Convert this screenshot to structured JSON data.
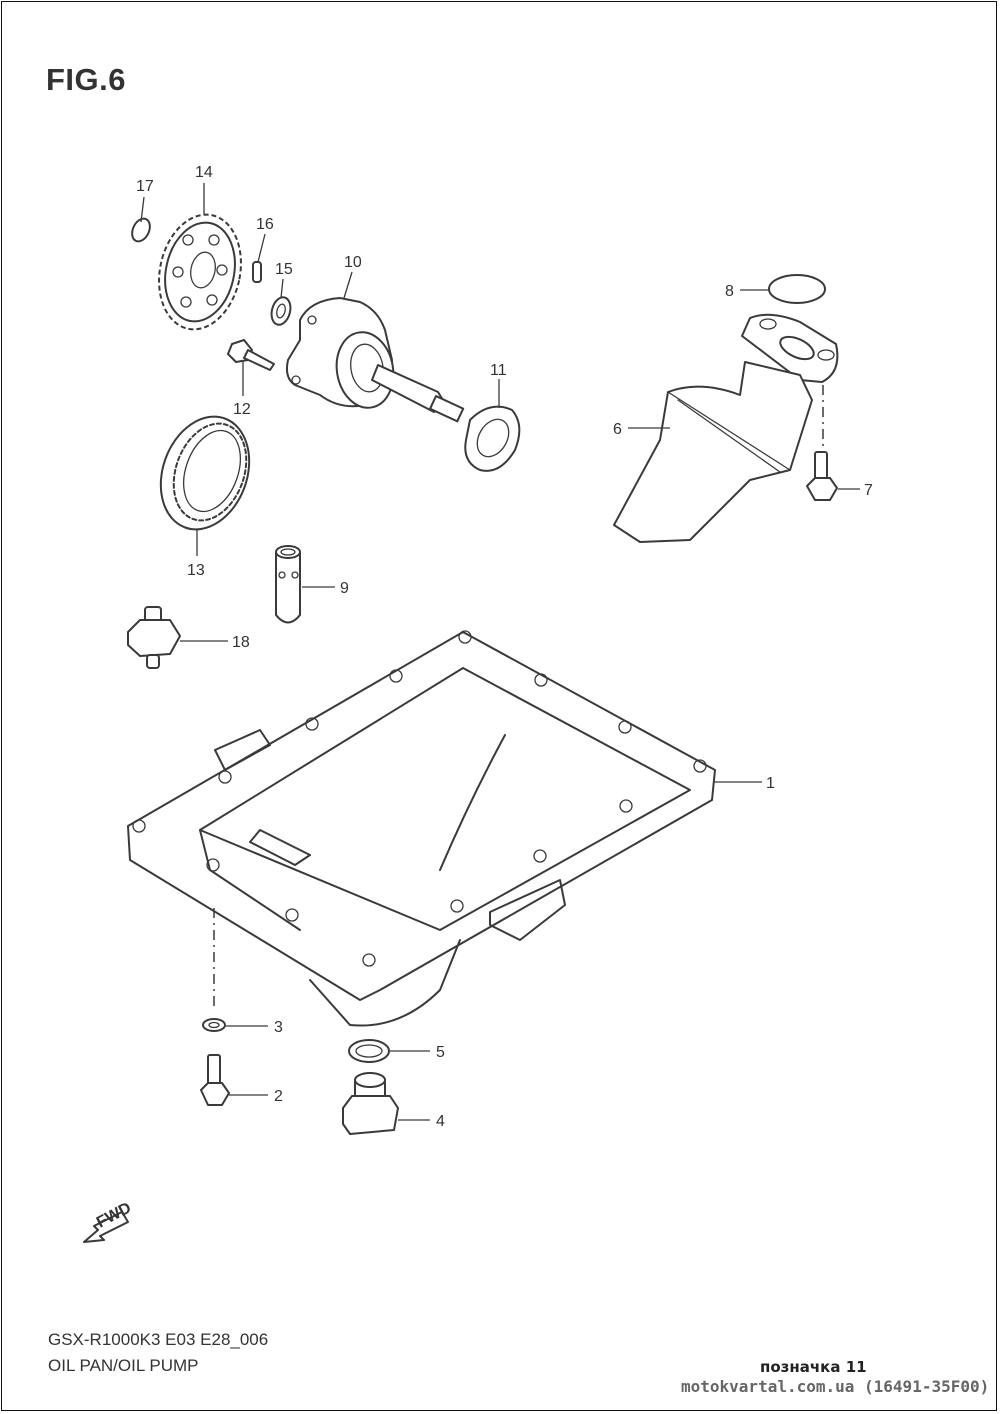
{
  "figure": {
    "title": "FIG.6"
  },
  "footer": {
    "model_code": "GSX-R1000K3 E03 E28_006",
    "section_name": "OIL PAN/OIL PUMP",
    "mark_label": "позначка 11",
    "watermark": "motokvartal.com.ua (16491-35F00)"
  },
  "fwd_arrow": {
    "label": "FWD"
  },
  "parts": [
    {
      "ref": "1",
      "part": "oil-pan"
    },
    {
      "ref": "2",
      "part": "bolt"
    },
    {
      "ref": "3",
      "part": "washer"
    },
    {
      "ref": "4",
      "part": "drain-plug"
    },
    {
      "ref": "5",
      "part": "gasket"
    },
    {
      "ref": "6",
      "part": "oil-strainer"
    },
    {
      "ref": "7",
      "part": "bolt"
    },
    {
      "ref": "8",
      "part": "o-ring"
    },
    {
      "ref": "9",
      "part": "pipe"
    },
    {
      "ref": "10",
      "part": "oil-pump"
    },
    {
      "ref": "11",
      "part": "gasket"
    },
    {
      "ref": "12",
      "part": "bolt"
    },
    {
      "ref": "13",
      "part": "gear"
    },
    {
      "ref": "14",
      "part": "driven-gear"
    },
    {
      "ref": "15",
      "part": "washer"
    },
    {
      "ref": "16",
      "part": "pin"
    },
    {
      "ref": "17",
      "part": "circlip"
    },
    {
      "ref": "18",
      "part": "pressure-switch"
    }
  ]
}
